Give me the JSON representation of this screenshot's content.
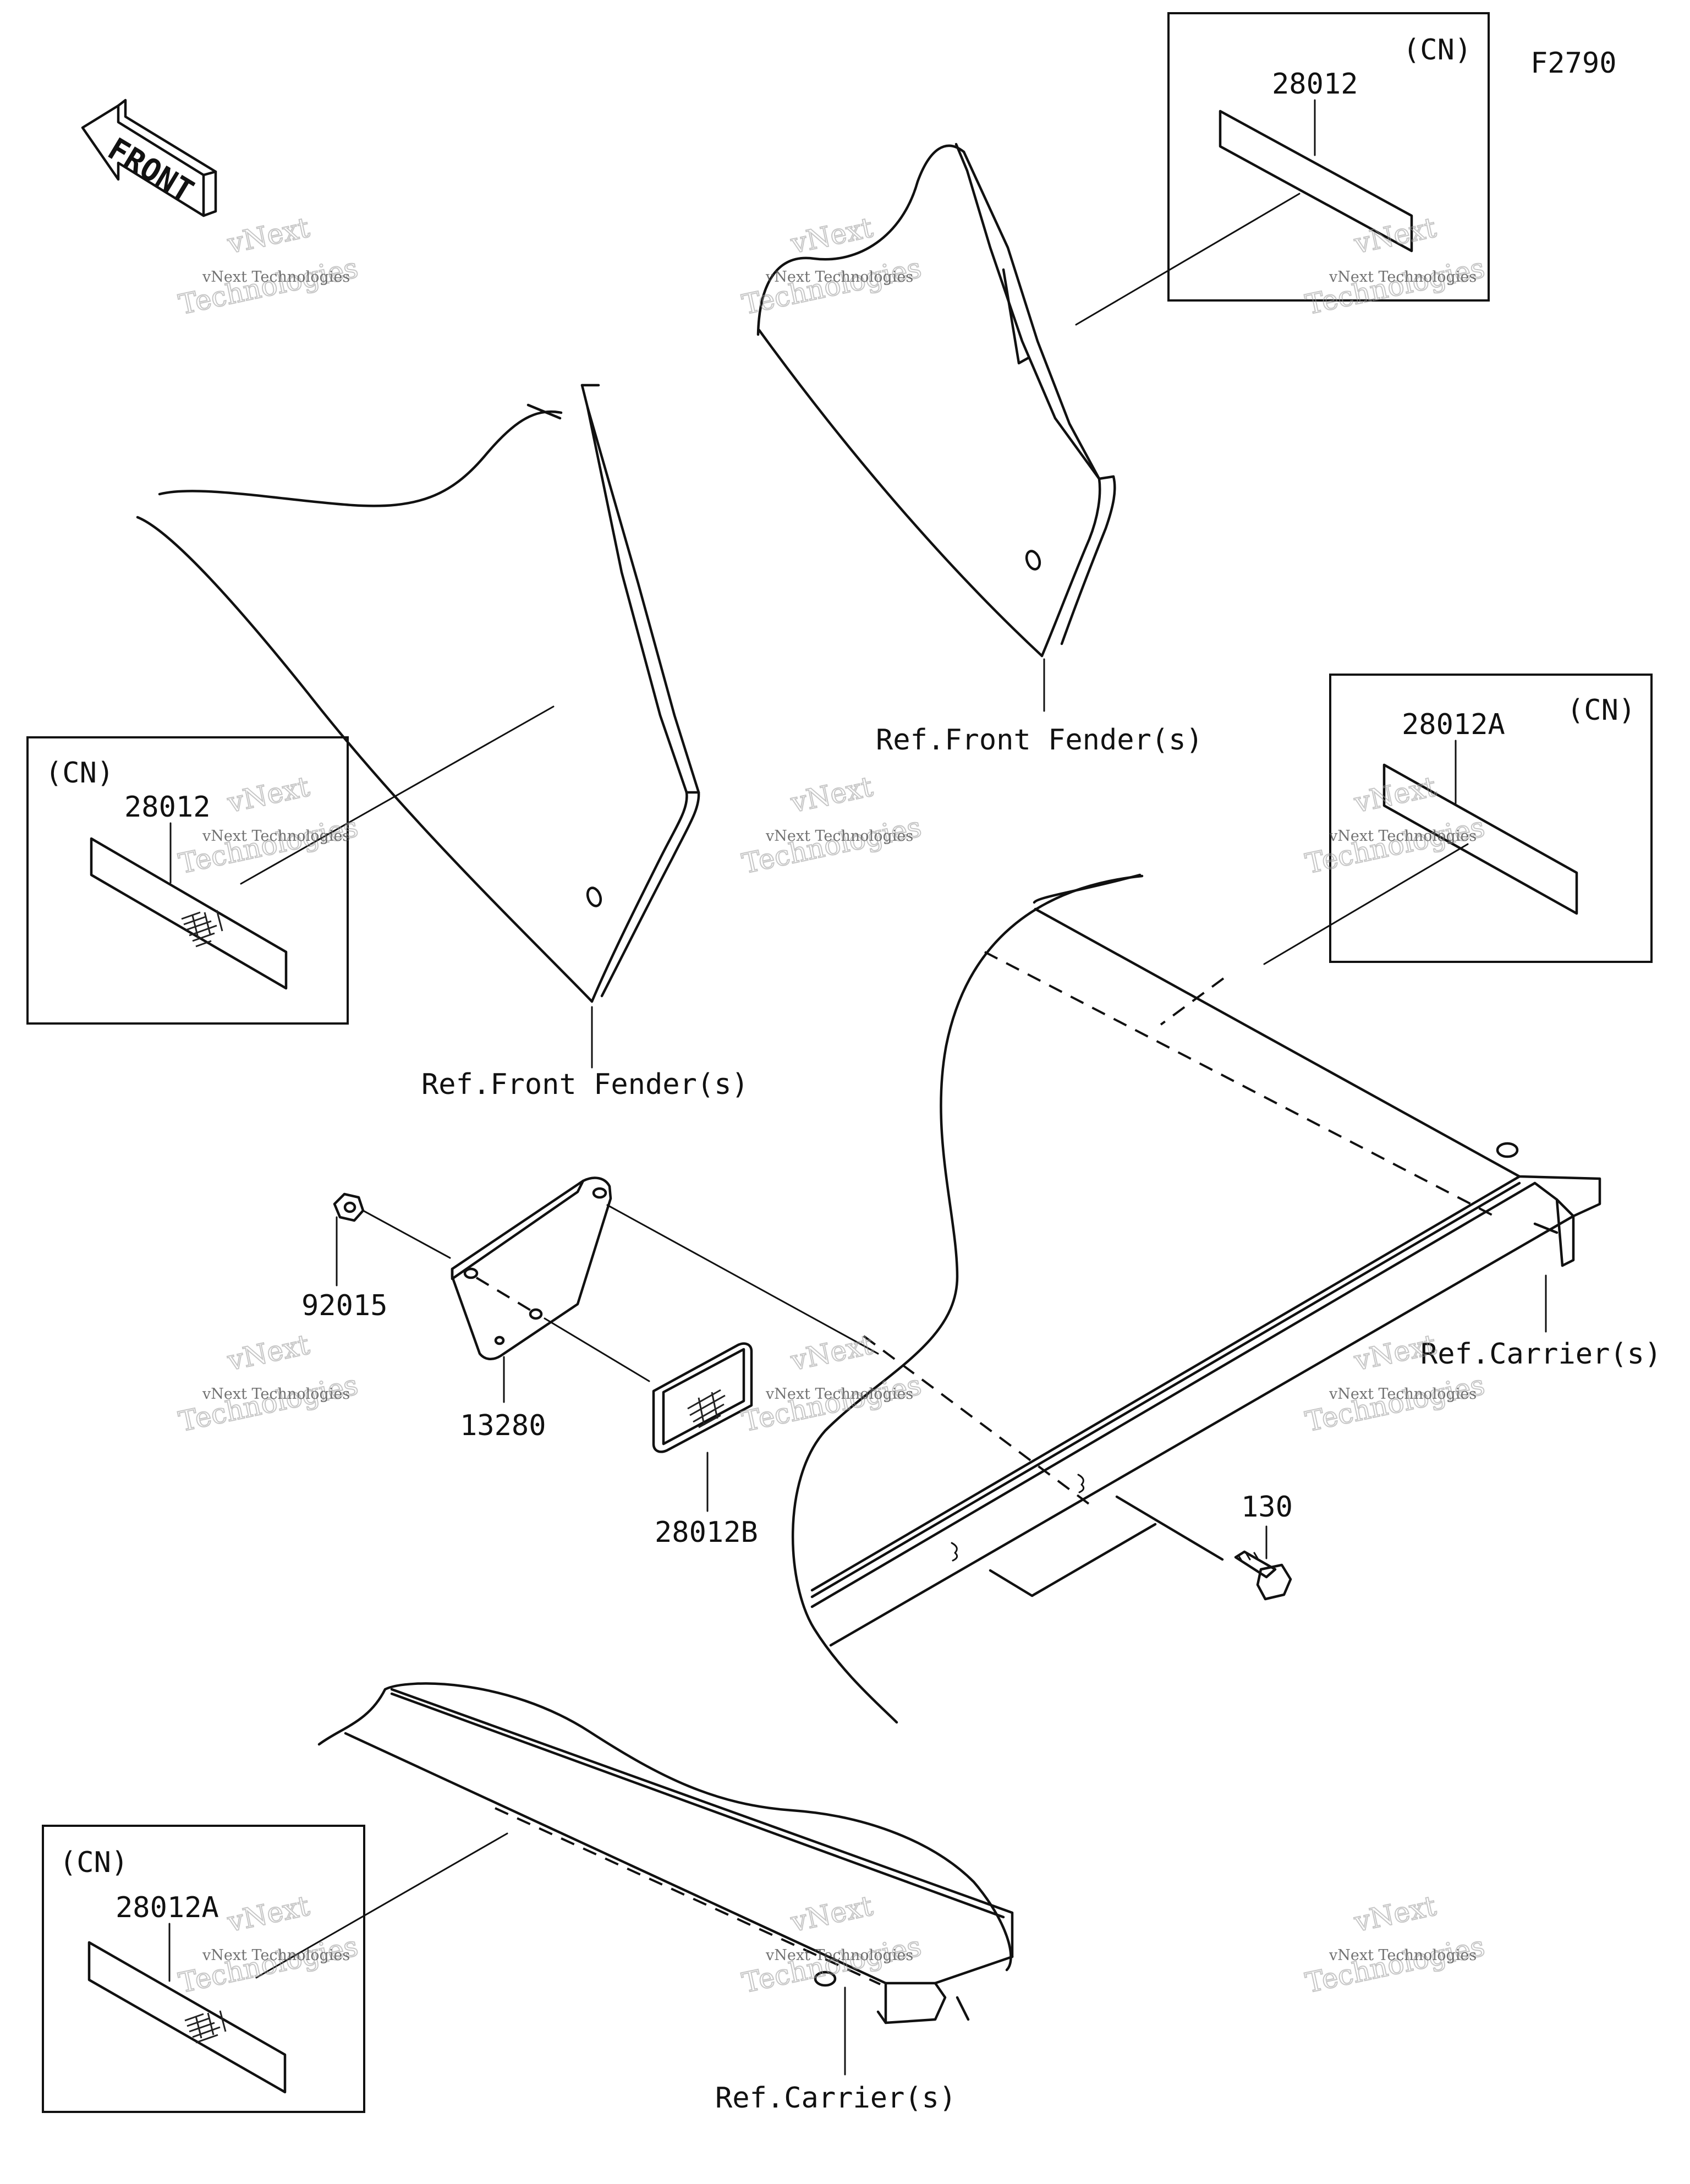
{
  "figure_code": "F2790",
  "front_arrow_label": "FRONT",
  "region_tag": "(CN)",
  "parts": {
    "p1": "28012",
    "p2": "28012",
    "p3": "28012A",
    "p4": "28012A",
    "p5": "92015",
    "p6": "13280",
    "p7": "28012B",
    "p8": "130"
  },
  "refs": {
    "front_fender": "Ref.Front Fender(s)",
    "carrier": "Ref.Carrier(s)"
  },
  "watermark": {
    "line_small": "vNext Technologies",
    "line_big_1": "vNext",
    "line_big_2": "Technologies"
  }
}
